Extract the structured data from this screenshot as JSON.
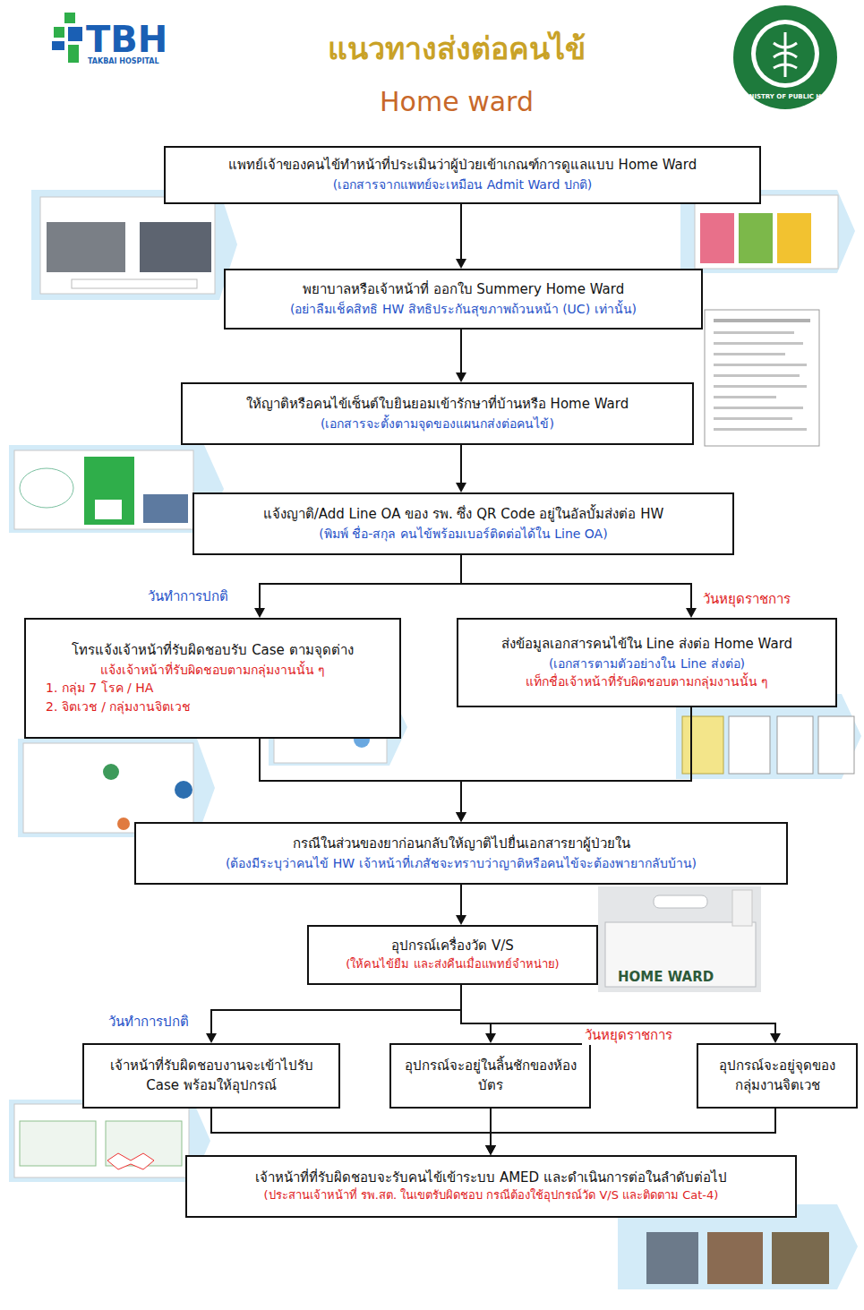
{
  "diagram": {
    "title": "แนวทางส่งต่อคนไข้",
    "nodes": [
      {
        "text": [
          "แพทย์เจ้าของคนไข้ทำหน้าที่ประเมินว่าผู้ป่วยเข้าเกณฑ์การดูแลแบบ Home Ward",
          "(เอกสารจากแพทย์จะเหมือน Admit Ward ปกติ)"
        ]
      },
      {
        "text": [
          "พยาบาลหรือเจ้าหน้าที่ ออกใบ Summery Home Ward",
          "(อย่าลืมเช็คสิทธิ HW สิทธิประกันสุขภาพถ้วนหน้า (UC) เท่านั้น)"
        ]
      },
      {
        "text": [
          "ให้ญาติหรือคนไข้เซ็นต์ใบยินยอมเข้ารักษาที่บ้านหรือ Home Ward",
          "(เอกสารจะตั้งตามจุดของแผนกส่งต่อคนไข้)"
        ]
      },
      {
        "text": [
          "แจ้งญาติ/Add Line OA ของ รพ. ซึ่ง QR Code อยู่ในอัลบั้มส่งต่อ HW",
          "(พิมพ์ ชื่อ-สกุล คนไข้พร้อมเบอร์ติดต่อได้ใน Line OA)"
        ]
      },
      {
        "text": [
          "โทรแจ้งเจ้าหน้าที่รับผิดชอบรับ Case ตามจุดต่าง",
          "แจ้งเจ้าหน้าที่รับผิดชอบตามกลุ่มงานนั้น ๆ",
          "1. กลุ่ม 7 โรค / HA",
          "2. จิตเวช / กลุ่มงานจิตเวช"
        ]
      },
      {
        "text": [
          "ส่งข้อมูลเอกสารคนไข้ใน Line ส่งต่อ Home Ward",
          "(เอกสารตามตัวอย่างใน Line ส่งต่อ)",
          "แท็กชื่อเจ้าหน้าที่รับผิดชอบตามกลุ่มงานนั้น ๆ"
        ]
      },
      {
        "text": [
          "กรณีในส่วนของยาก่อนกลับให้ญาติไปยื่นเอกสารยาผู้ป่วยใน",
          "(ต้องมีระบุว่าคนไข้ HW เจ้าหน้าที่เภสัชจะทราบว่าญาติหรือคนไข้จะต้องพายากลับบ้าน)"
        ]
      },
      {
        "text": [
          "อุปกรณ์เครื่องวัด V/S",
          "(ให้คนไข้ยืม และส่งคืนเมื่อแพทย์จำหน่าย)"
        ]
      },
      {
        "text": [
          "เจ้าหน้าที่รับผิดชอบงานจะเข้าไปรับ Case พร้อมให้อุปกรณ์"
        ]
      },
      {
        "text": [
          "อุปกรณ์จะอยู่ในลิ้นชักของห้องบัตร"
        ]
      },
      {
        "text": [
          "อุปกรณ์จะอยู่จุดของกลุ่มงานจิตเวช"
        ]
      },
      {
        "text": [
          "เจ้าหน้าที่ที่รับผิดชอบจะรับคนไข้เข้าระบบ AMED และดำเนินการต่อในลำดับต่อไป",
          "(ประสานเจ้าหน้าที่ รพ.สต. ในเขตรับผิดชอบ กรณีต้องใช้อุปกรณ์วัด V/S และติดตาม Cat-4)"
        ]
      }
    ],
    "edges": [
      {
        "from": 0,
        "to": 1,
        "arrow": "to"
      },
      {
        "from": 1,
        "to": 2,
        "arrow": "to"
      },
      {
        "from": 2,
        "to": 3,
        "arrow": "to"
      },
      {
        "from": 3,
        "to": 4,
        "label": "วันทำการปกติ",
        "arrow": "to"
      },
      {
        "from": 3,
        "to": 5,
        "label": "วันหยุดราชการ",
        "arrow": "to"
      },
      {
        "from": 4,
        "to": 6,
        "arrow": "to"
      },
      {
        "from": 5,
        "to": 6,
        "arrow": "to"
      },
      {
        "from": 6,
        "to": 7,
        "arrow": "to"
      },
      {
        "from": 7,
        "to": 8,
        "label": "วันทำการปกติ",
        "arrow": "to"
      },
      {
        "from": 7,
        "to": 9,
        "label": "วันหยุดราชการ",
        "arrow": "to"
      },
      {
        "from": 7,
        "to": 10,
        "arrow": "to"
      },
      {
        "from": 8,
        "to": 11,
        "arrow": "to"
      },
      {
        "from": 9,
        "to": 11,
        "arrow": "to"
      },
      {
        "from": 10,
        "to": 11,
        "arrow": "to"
      }
    ],
    "labels": [
      "TBH",
      "TAKBAI HOSPITAL",
      "Home ward",
      "MINISTRY OF PUBLIC HEALTH",
      "HOME WARD"
    ]
  }
}
